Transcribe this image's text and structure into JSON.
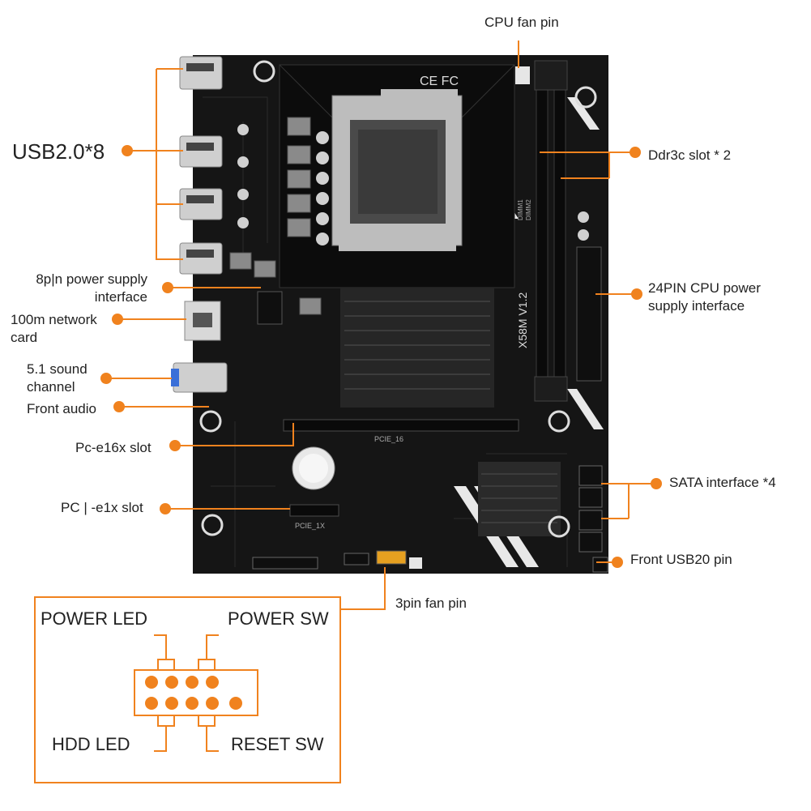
{
  "colors": {
    "accent": "#f0821e",
    "board": "#151515",
    "heatsink": "#262626",
    "text": "#222222"
  },
  "board": {
    "silk_model": "X58M V1.2",
    "silk_pcie16": "PCIE_16",
    "silk_pcie1": "PCIE_1X",
    "silk_dimm1": "DIMM1",
    "silk_dimm2": "DIMM2",
    "marks": "CE FC"
  },
  "labels": {
    "cpu_fan_pin": "CPU fan pin",
    "usb20": "USB2.0*8",
    "ddr3_slot": "Ddr3c slot * 2",
    "power_8pin": "8p|n power supply\ninterface",
    "network": "100m network\ncard",
    "sound": "5.1 sound\nchannel",
    "front_audio": "Front audio",
    "pcie16": "Pc-e16x slot",
    "pcie1": "PC | -e1x slot",
    "atx24": "24PIN CPU power\nsupply interface",
    "sata": "SATA interface *4",
    "front_usb": "Front USB20 pin",
    "fan3pin": "3pin fan pin"
  },
  "front_panel": {
    "power_led": "POWER LED",
    "power_sw": "POWER SW",
    "hdd_led": "HDD LED",
    "reset_sw": "RESET SW"
  }
}
